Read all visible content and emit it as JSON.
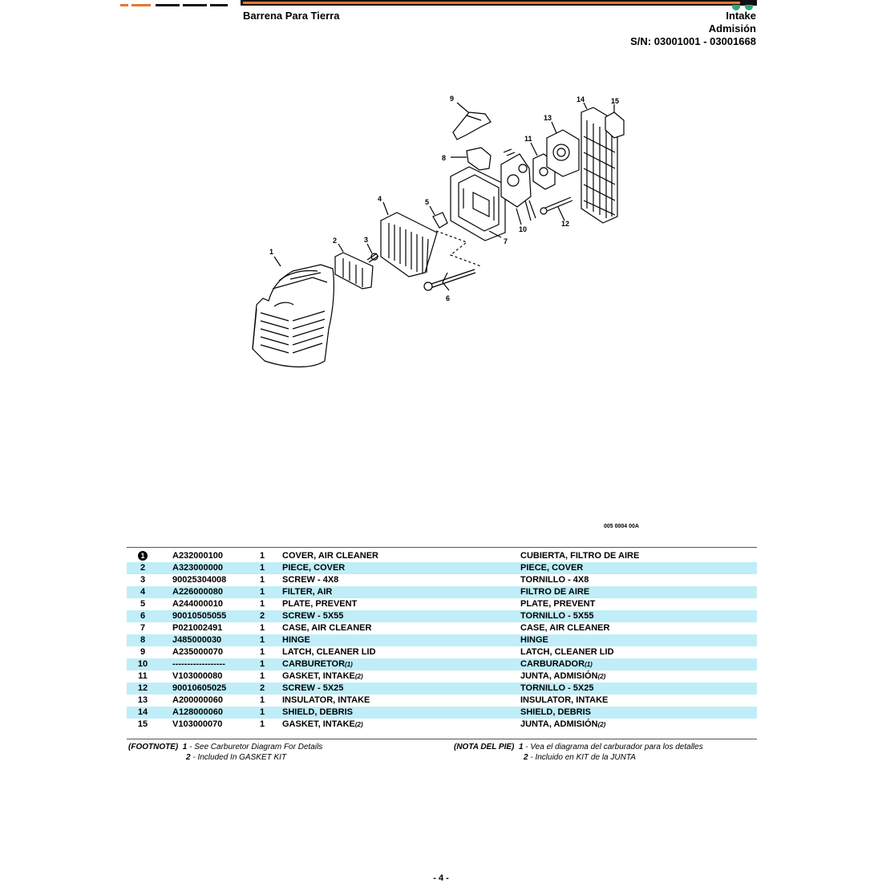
{
  "header": {
    "doc_title": "Barrena Para Tierra",
    "section_en": "Intake",
    "section_es": "Admisión",
    "serial": "S/N: 03001001 - 03001668"
  },
  "figure": {
    "code": "005 0004 00A",
    "callouts": [
      "1",
      "2",
      "3",
      "4",
      "5",
      "6",
      "7",
      "8",
      "9",
      "10",
      "11",
      "12",
      "13",
      "14",
      "15"
    ]
  },
  "parts": [
    {
      "ref": "1",
      "part": "A232000100",
      "qty": "1",
      "en": "COVER, AIR CLEANER",
      "es": "CUBIERTA, FILTRO DE AIRE",
      "badge": "1"
    },
    {
      "ref": "2",
      "part": "A323000000",
      "qty": "1",
      "en": "PIECE, COVER",
      "es": "PIECE, COVER"
    },
    {
      "ref": "3",
      "part": "90025304008",
      "qty": "1",
      "en": "SCREW - 4X8",
      "es": "TORNILLO - 4X8"
    },
    {
      "ref": "4",
      "part": "A226000080",
      "qty": "1",
      "en": "FILTER, AIR",
      "es": "FILTRO DE AIRE"
    },
    {
      "ref": "5",
      "part": "A244000010",
      "qty": "1",
      "en": "PLATE, PREVENT",
      "es": "PLATE, PREVENT"
    },
    {
      "ref": "6",
      "part": "90010505055",
      "qty": "2",
      "en": "SCREW - 5X55",
      "es": "TORNILLO - 5X55"
    },
    {
      "ref": "7",
      "part": "P021002491",
      "qty": "1",
      "en": "CASE, AIR CLEANER",
      "es": "CASE, AIR CLEANER"
    },
    {
      "ref": "8",
      "part": "J485000030",
      "qty": "1",
      "en": "HINGE",
      "es": "HINGE"
    },
    {
      "ref": "9",
      "part": "A235000070",
      "qty": "1",
      "en": "LATCH, CLEANER LID",
      "es": "LATCH, CLEANER LID"
    },
    {
      "ref": "10",
      "part": "------------------",
      "qty": "1",
      "en": "CARBURETOR",
      "en_fn": "(1)",
      "es": "CARBURADOR",
      "es_fn": "(1)"
    },
    {
      "ref": "11",
      "part": "V103000080",
      "qty": "1",
      "en": "GASKET, INTAKE",
      "en_fn": "(2)",
      "es": "JUNTA, ADMISIÓN",
      "es_fn": "(2)"
    },
    {
      "ref": "12",
      "part": "90010605025",
      "qty": "2",
      "en": "SCREW - 5X25",
      "es": "TORNILLO - 5X25"
    },
    {
      "ref": "13",
      "part": "A200000060",
      "qty": "1",
      "en": "INSULATOR, INTAKE",
      "es": "INSULATOR, INTAKE"
    },
    {
      "ref": "14",
      "part": "A128000060",
      "qty": "1",
      "en": "SHIELD, DEBRIS",
      "es": "SHIELD, DEBRIS"
    },
    {
      "ref": "15",
      "part": "V103000070",
      "qty": "1",
      "en": "GASKET, INTAKE",
      "en_fn": "(2)",
      "es": "JUNTA, ADMISIÓN",
      "es_fn": "(2)"
    }
  ],
  "footnotes": {
    "en_label": "(FOOTNOTE)",
    "en_1_num": "1",
    "en_1": " - See Carburetor Diagram For Details",
    "en_2_num": "2",
    "en_2": " - Included In GASKET KIT",
    "es_label": "(NOTA DEL PIE)",
    "es_1_num": "1",
    "es_1": " - Vea el diagrama del carburador para los detalles",
    "es_2_num": "2",
    "es_2": " - Incluido en KIT de la JUNTA"
  },
  "page_number": "- 4 -",
  "colors": {
    "accent": "#e8772e",
    "row_alt": "#bfeef8"
  }
}
